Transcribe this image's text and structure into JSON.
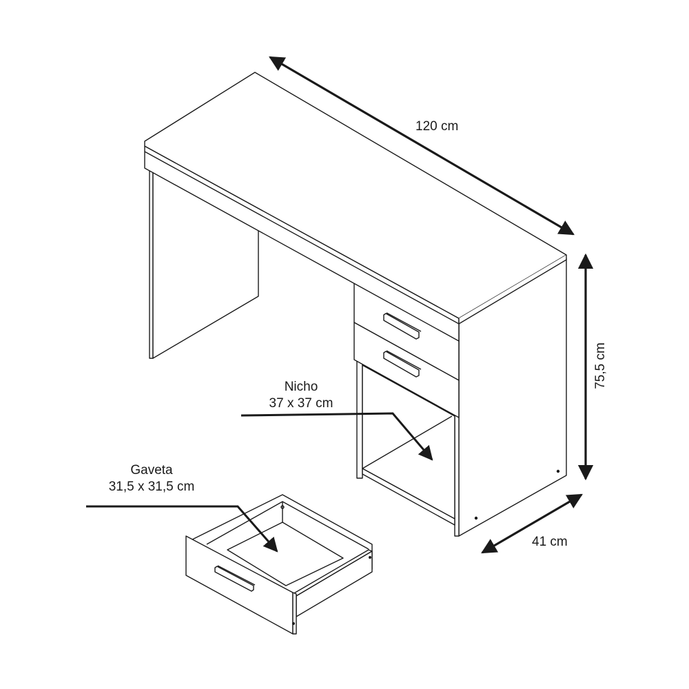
{
  "diagram": {
    "subject": "Desk with two drawers and open niche",
    "line_color": "#1a1a1a",
    "background": "#ffffff",
    "dimensions": {
      "width": {
        "label": "120 cm"
      },
      "height": {
        "label": "75,5 cm"
      },
      "depth": {
        "label": "41 cm"
      }
    },
    "callouts": {
      "nicho": {
        "title": "Nicho",
        "size": "37 x 37 cm"
      },
      "gaveta": {
        "title": "Gaveta",
        "size": "31,5 x 31,5 cm"
      }
    }
  }
}
